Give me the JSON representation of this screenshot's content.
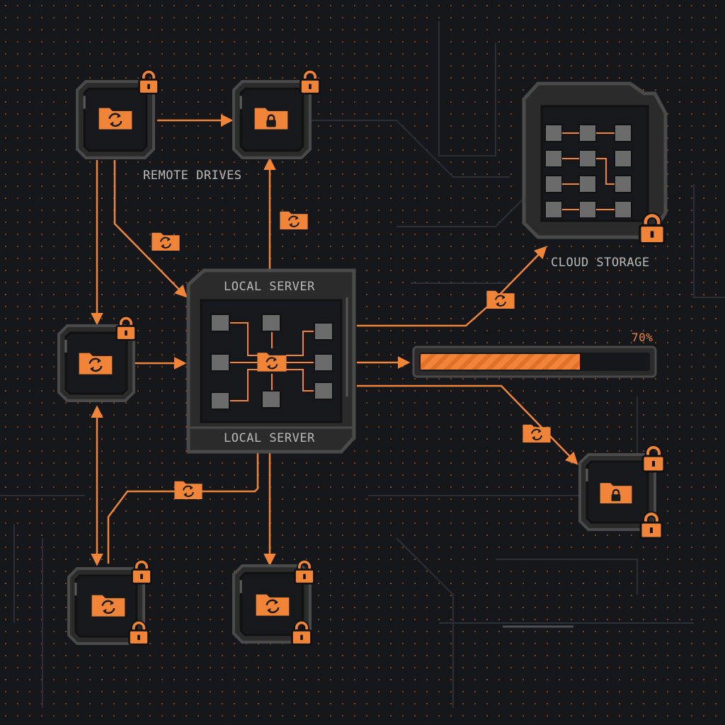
{
  "labels": {
    "remote_drives": "REMOTE DRIVES",
    "cloud_storage": "CLOUD STORAGE",
    "local_server_top": "LOCAL SERVER",
    "local_server_bottom": "LOCAL SERVER"
  },
  "progress": {
    "text": "70%",
    "value": 0.7
  },
  "colors": {
    "background": "#15171a",
    "accent": "#f0853a",
    "frame": "#4a4a4a",
    "frame_dark": "#2b2b2b",
    "text": "#b9b9b9",
    "grid_dot": "#c46a24",
    "node_fill": "#6b6b6b"
  },
  "icons": [
    "folder-sync-icon",
    "folder-lock-icon",
    "lock-icon",
    "database-grid-icon",
    "server-grid-icon"
  ]
}
